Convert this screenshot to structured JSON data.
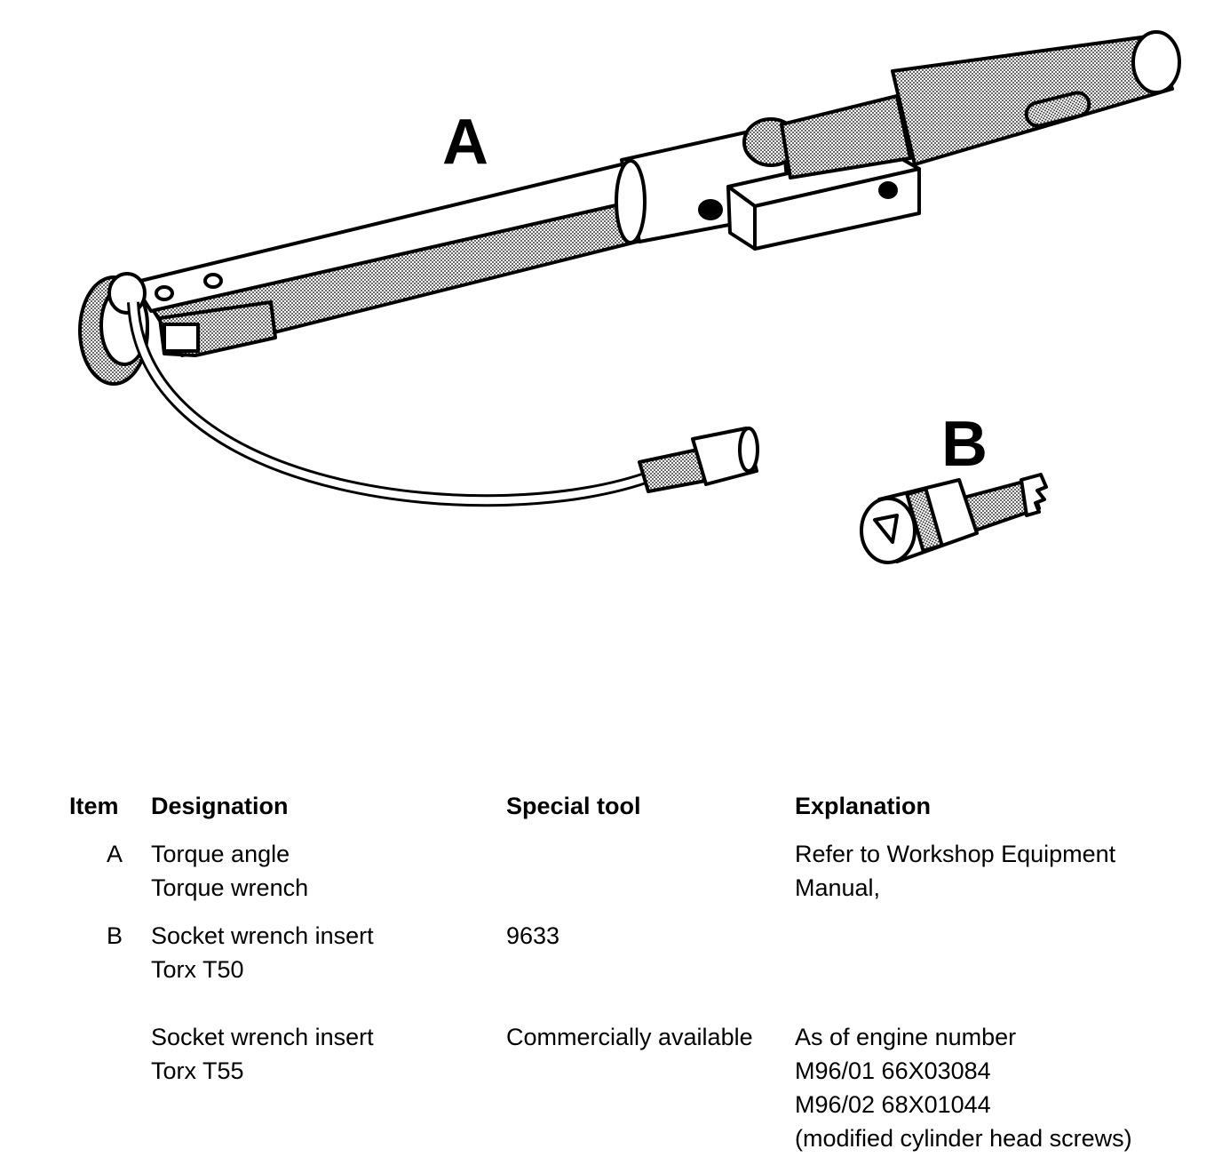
{
  "figure": {
    "label_a": "A",
    "label_b": "B"
  },
  "table": {
    "headers": {
      "item": "Item",
      "designation": "Designation",
      "special_tool": "Special tool",
      "explanation": "Explanation"
    },
    "rows": [
      {
        "item": "A",
        "designation": [
          "Torque angle",
          "Torque wrench"
        ],
        "special_tool": "",
        "explanation": [
          "Refer to Workshop Equipment",
          "Manual,"
        ]
      },
      {
        "item": "B",
        "designation": [
          "Socket wrench insert",
          "Torx T50"
        ],
        "special_tool": "9633",
        "explanation": []
      },
      {
        "item": "",
        "designation": [
          "Socket wrench insert",
          "Torx T55"
        ],
        "special_tool": "Commercially available",
        "explanation": [
          "As of engine number",
          "M96/01 66X03084",
          "M96/02 68X01044",
          "(modified cylinder head screws)"
        ]
      }
    ]
  }
}
